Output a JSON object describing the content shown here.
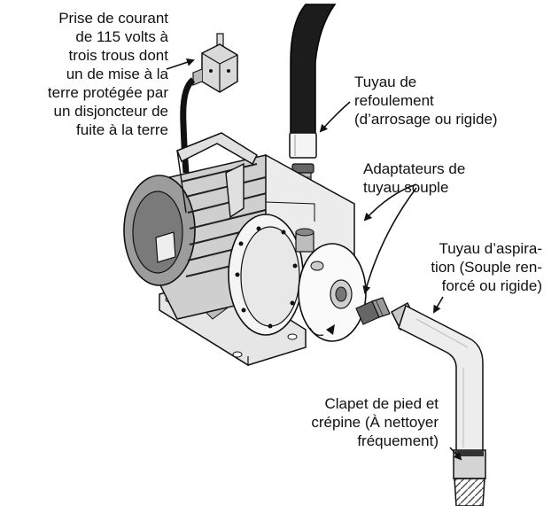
{
  "labels": {
    "outlet": [
      "Prise de courant",
      "de 115 volts à",
      "trois trous dont",
      "un de mise à la",
      "terre protégée par",
      "un disjoncteur de",
      "fuite à la terre"
    ],
    "discharge": [
      "Tuyau de",
      "refoulement",
      "(d’arrosage ou rigide)"
    ],
    "adapters": [
      "Adaptateurs de",
      "tuyau souple"
    ],
    "suction": [
      "Tuyau d’aspira-",
      "tion (Souple ren-",
      "forcé ou rigide)"
    ],
    "foot_valve": [
      "Clapet de pied et",
      "crépine (À nettoyer",
      "fréquement)"
    ]
  },
  "icons": {
    "pump": "jet-pump-illustration",
    "outlet": "gfci-outlet-icon",
    "discharge_pipe": "discharge-hose-icon",
    "suction_pipe": "suction-pipe-icon",
    "foot_valve": "foot-valve-strainer-icon",
    "adapters": "hose-adapter-icon"
  }
}
